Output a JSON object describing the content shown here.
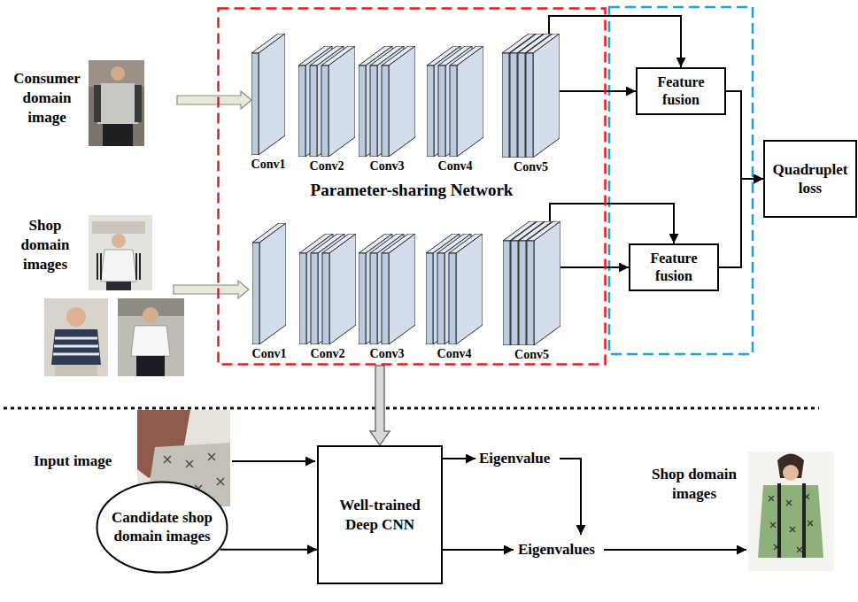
{
  "diagram": {
    "nodes": [
      {
        "text": [
          "Parameter-sharing Network"
        ]
      },
      {
        "text": [
          "Conv1"
        ],
        "in": 0
      },
      {
        "text": [
          "Conv2"
        ],
        "in": 0
      },
      {
        "text": [
          "Conv3"
        ],
        "in": 0
      },
      {
        "text": [
          "Conv4"
        ],
        "in": 0
      },
      {
        "text": [
          "Conv5"
        ],
        "in": 0
      },
      {
        "text": [
          "Feature fusion"
        ]
      },
      {
        "text": [
          "Quadruplet loss"
        ]
      },
      {
        "text": [
          "Conv1"
        ],
        "in": 0
      },
      {
        "text": [
          "Conv2"
        ],
        "in": 0
      },
      {
        "text": [
          "Conv3"
        ],
        "in": 0
      },
      {
        "text": [
          "Conv4"
        ],
        "in": 0
      },
      {
        "text": [
          "Conv5"
        ],
        "in": 0
      },
      {
        "text": [
          "Feature fusion"
        ]
      },
      {
        "text": [
          "Candidate shop domain images"
        ]
      },
      {
        "text": [
          "Well-trained Deep CNN"
        ]
      }
    ],
    "edges": [
      {
        "from": 5,
        "to": 6,
        "arrow": "to"
      },
      {
        "from": 5,
        "to": 6,
        "arrow": "to"
      },
      {
        "from": 12,
        "to": 13,
        "arrow": "to"
      },
      {
        "from": 12,
        "to": 13,
        "arrow": "to"
      },
      {
        "from": 6,
        "to": 7,
        "arrow": "to"
      },
      {
        "from": 13,
        "to": 7,
        "arrow": "to"
      },
      {
        "from": 0,
        "to": 15,
        "arrow": "to"
      },
      {
        "from": 14,
        "to": 15,
        "arrow": "to"
      }
    ],
    "labels": [
      "Consumer domain image",
      "Shop domain images",
      "Input image",
      "Eigenvalue",
      "Eigenvalues",
      "Shop domain images"
    ]
  }
}
